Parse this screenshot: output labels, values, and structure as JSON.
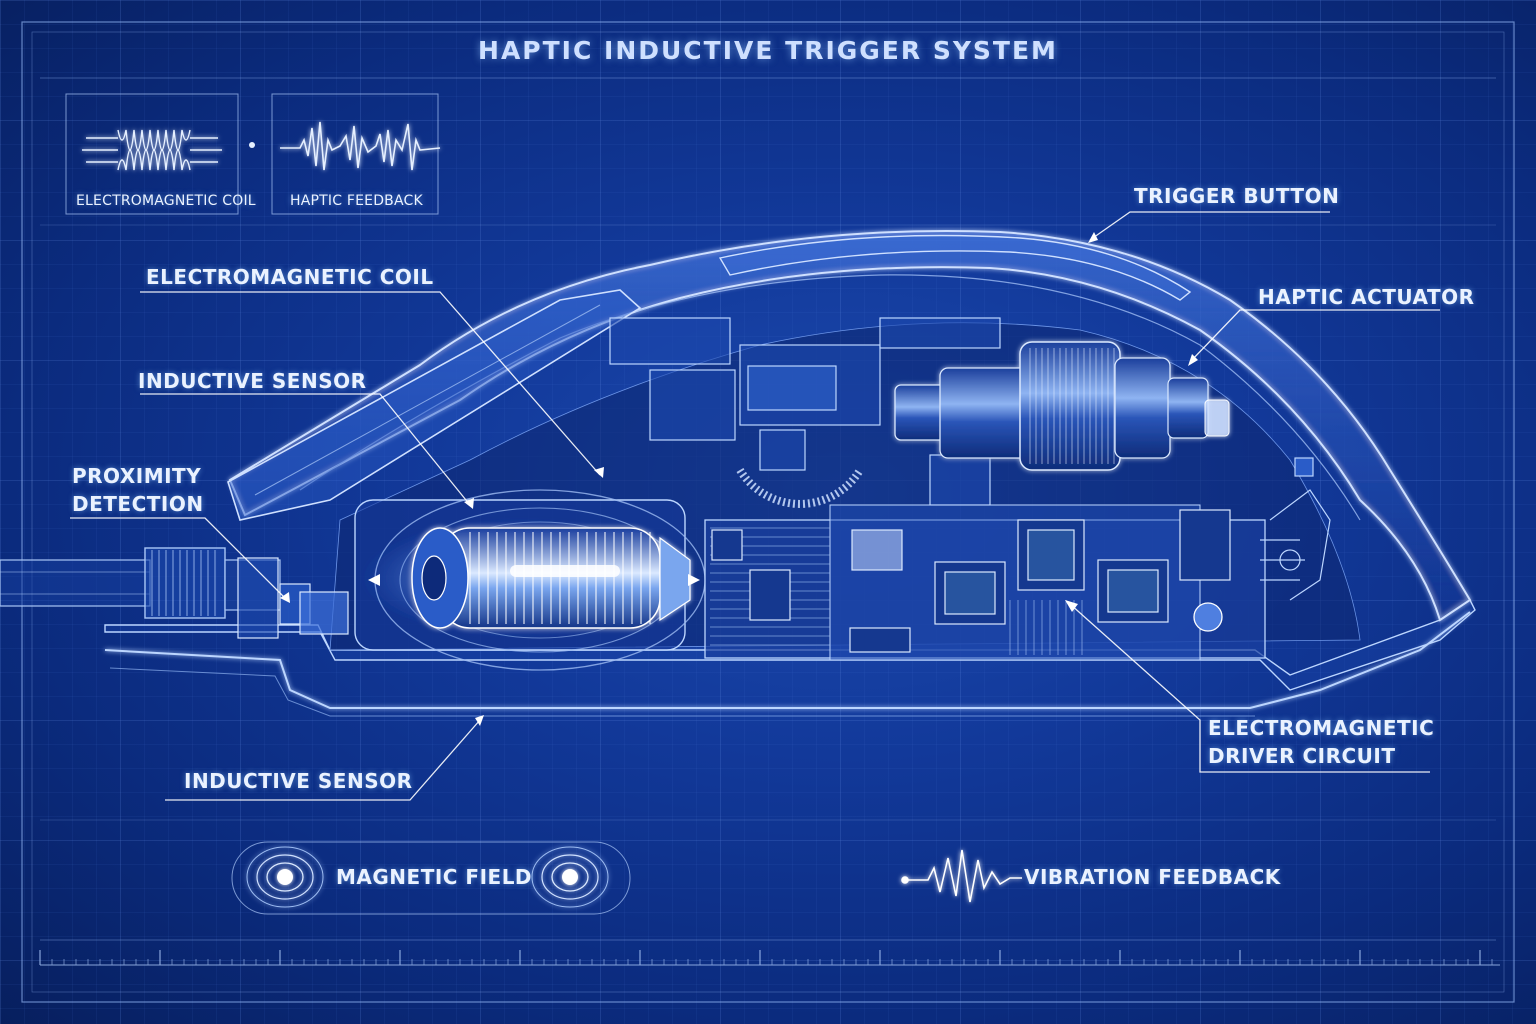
{
  "title": "HAPTIC INDUCTIVE TRIGGER SYSTEM",
  "legend_top": {
    "coil_label": "ELECTROMAGNETIC COIL",
    "haptic_label": "HAPTIC FEEDBACK"
  },
  "callouts": {
    "trigger_button": "TRIGGER BUTTON",
    "haptic_actuator": "HAPTIC ACTUATOR",
    "electromagnetic_coil": "ELECTROMAGNETIC COIL",
    "inductive_sensor_top": "INDUCTIVE SENSOR",
    "proximity_line1": "PROXIMITY",
    "proximity_line2": "DETECTION",
    "driver_line1": "ELECTROMAGNETIC",
    "driver_line2": "DRIVER CIRCUIT",
    "inductive_sensor_bottom": "INDUCTIVE SENSOR"
  },
  "legend_bottom": {
    "magnetic_field": "MAGNETIC FIELD",
    "vibration_feedback": "VIBRATION FEEDBACK"
  },
  "colors": {
    "background": "#0b2b7e",
    "line": "#bcd6ff",
    "glow": "#e6f0ff"
  }
}
